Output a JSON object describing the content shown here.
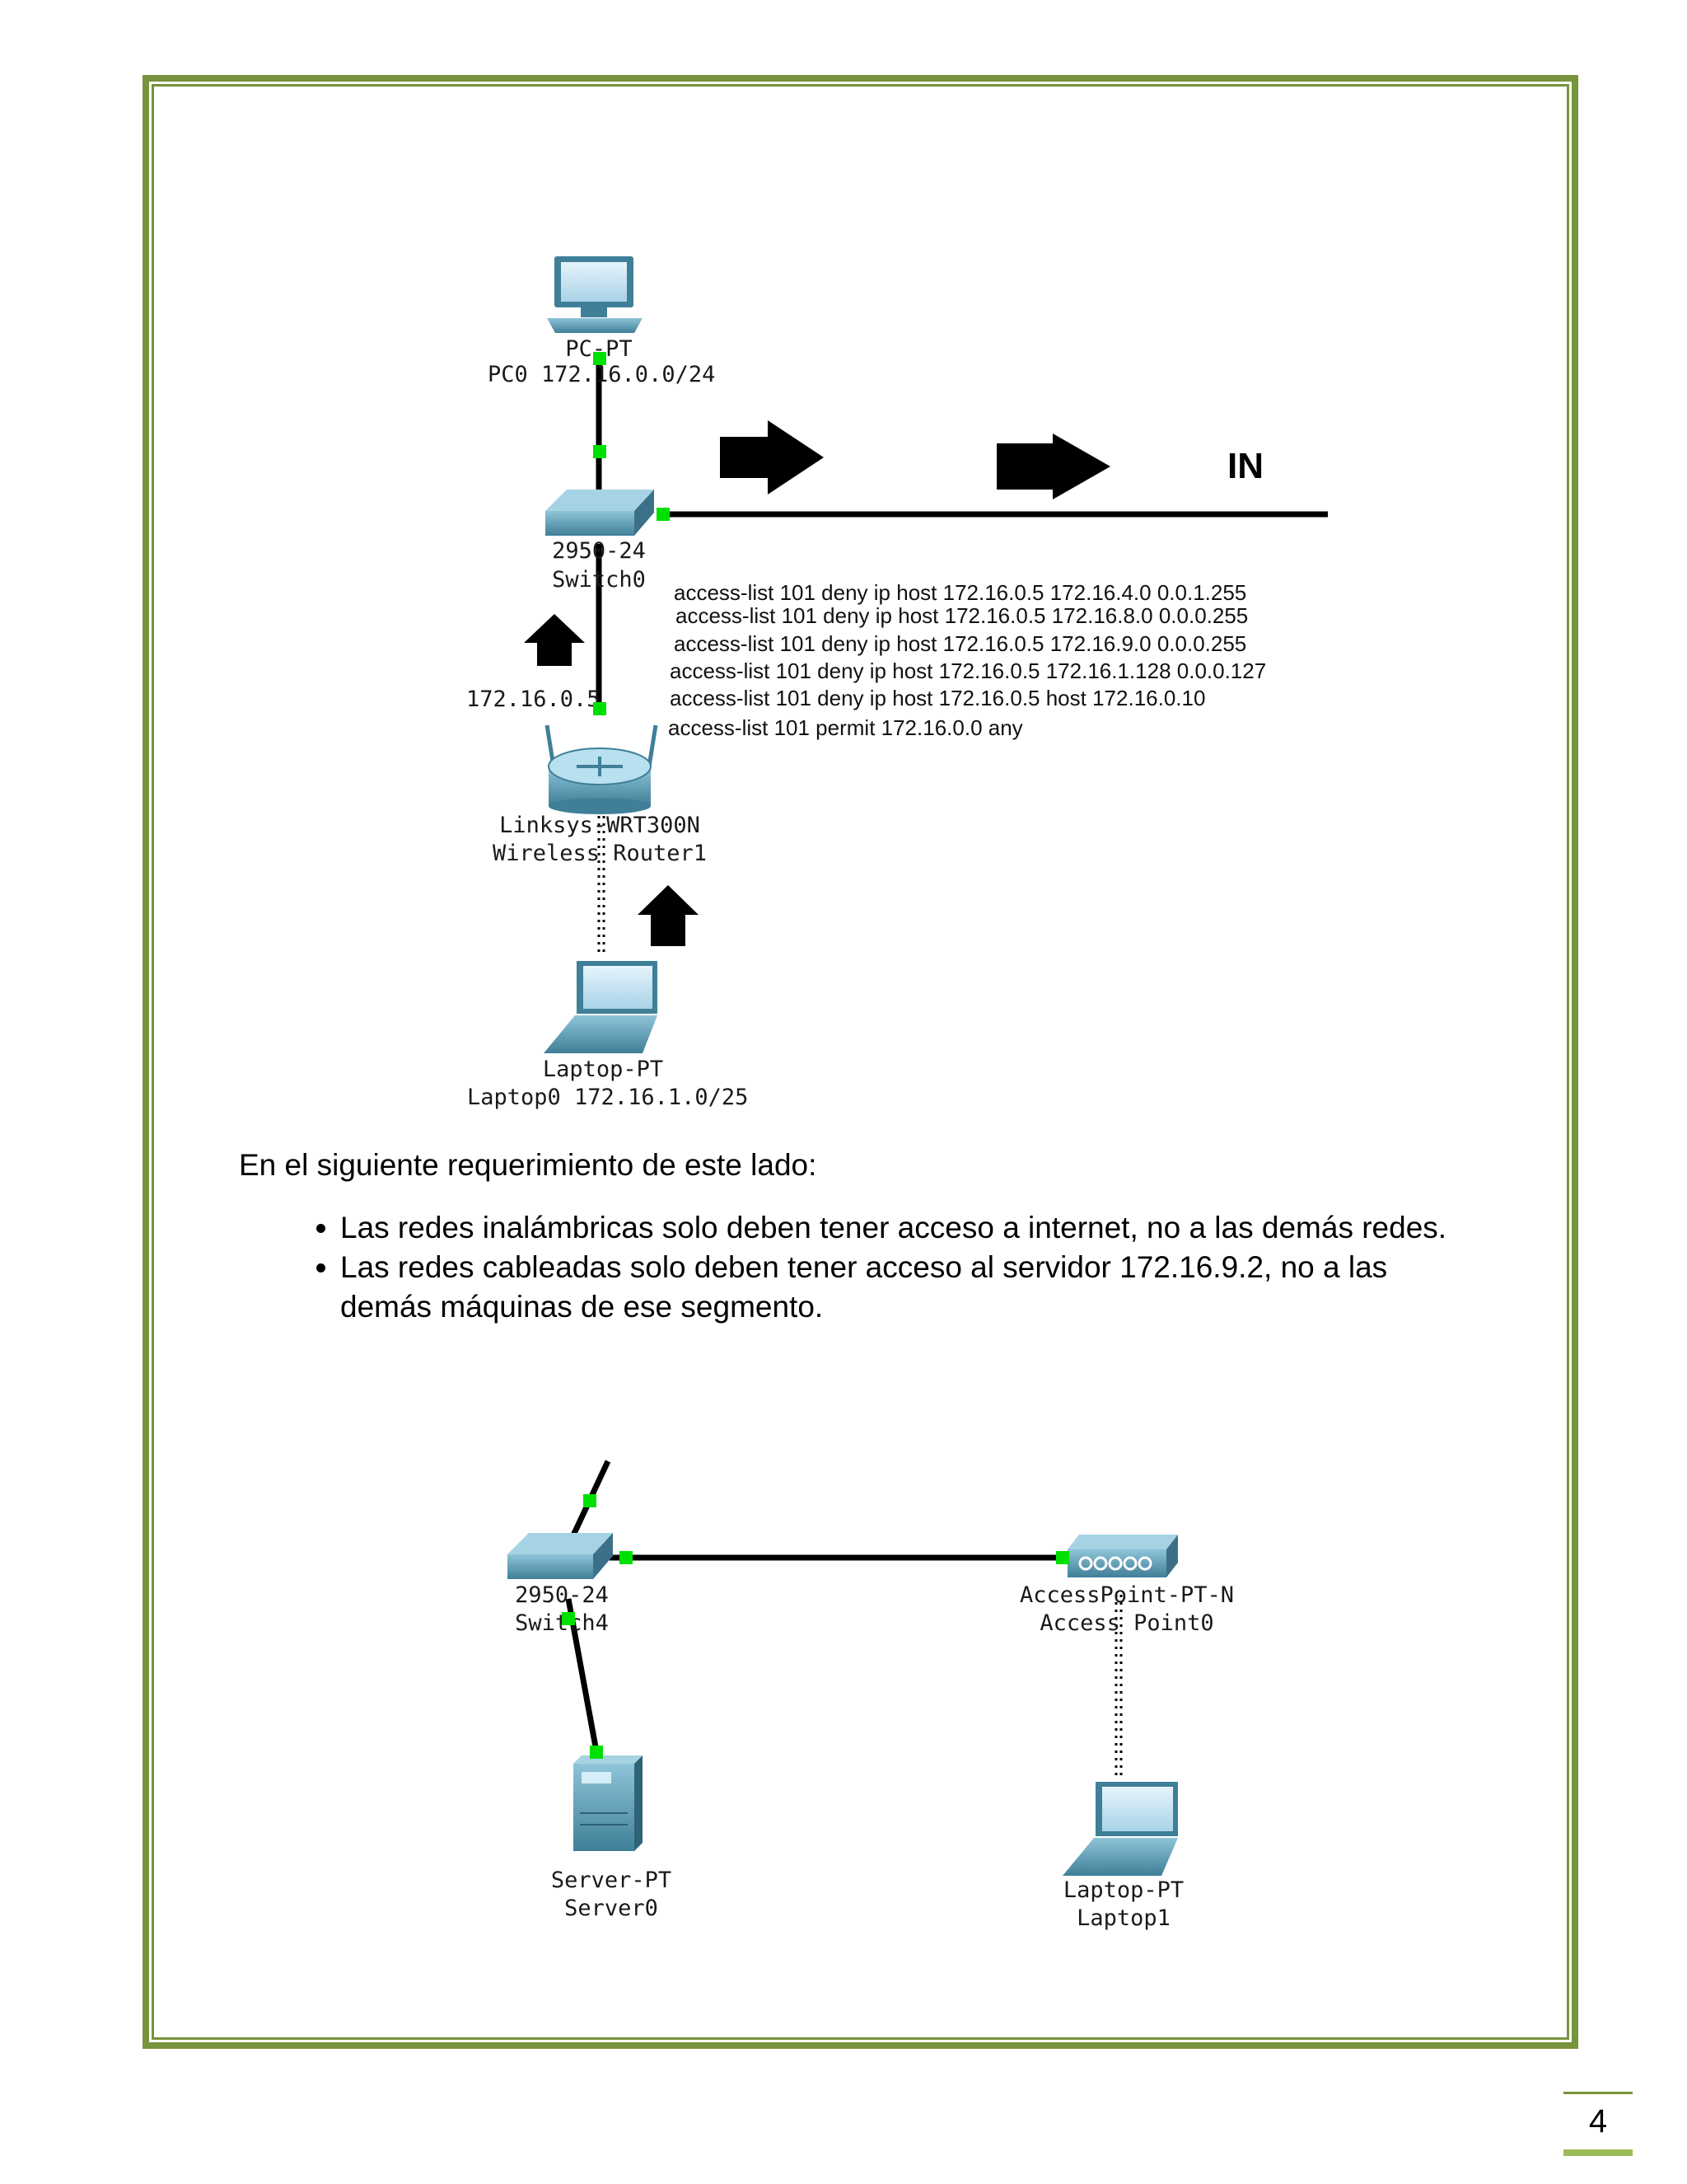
{
  "diagram_top": {
    "pc": {
      "type": "PC-PT",
      "name": "PC0 172.16.0.0/24"
    },
    "switch": {
      "type": "2950-24",
      "name": "Switch0"
    },
    "router": {
      "type": "Linksys-WRT300N",
      "name": "Wireless Router1"
    },
    "laptop": {
      "type": "Laptop-PT",
      "name": "Laptop0 172.16.1.0/25"
    },
    "ip_label": "172.16.0.5",
    "in_label": "IN",
    "acl": [
      "access-list 101 deny ip host 172.16.0.5 172.16.4.0 0.0.1.255",
      "access-list 101 deny ip host 172.16.0.5 172.16.8.0 0.0.0.255",
      "access-list 101 deny ip host 172.16.0.5 172.16.9.0 0.0.0.255",
      "access-list 101 deny ip host 172.16.0.5 172.16.1.128 0.0.0.127",
      "access-list 101 deny ip host 172.16.0.5 host 172.16.0.10",
      "access-list 101 permit 172.16.0.0 any"
    ]
  },
  "body": {
    "intro": "En  el siguiente requerimiento de este lado:",
    "bullets": [
      "Las redes inalámbricas solo deben tener acceso a internet, no a las demás redes.",
      "Las redes cableadas solo deben tener acceso al servidor 172.16.9.2, no a las demás máquinas de ese segmento."
    ]
  },
  "diagram_bottom": {
    "switch": {
      "type": "2950-24",
      "name": "Switch4"
    },
    "access_point": {
      "type": "AccessPoint-PT-N",
      "name": "Access Point0"
    },
    "server": {
      "type": "Server-PT",
      "name": "Server0"
    },
    "laptop": {
      "type": "Laptop-PT",
      "name": "Laptop1"
    }
  },
  "page_number": "4",
  "colors": {
    "border": "#77933c",
    "link_dot": "#00e000",
    "device": "#4a90a8"
  }
}
